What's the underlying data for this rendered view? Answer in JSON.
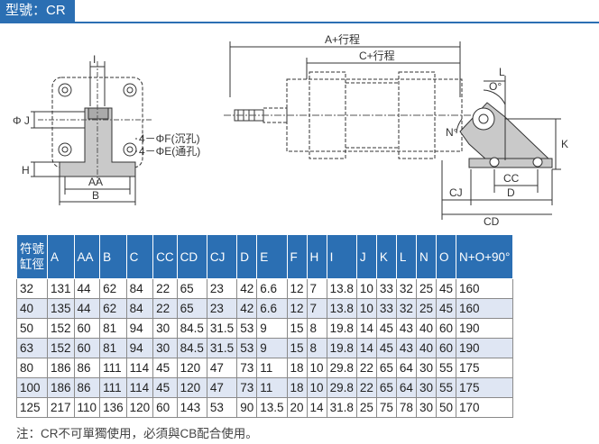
{
  "title": "型號：CR",
  "drawing": {
    "left_view": {
      "labels": {
        "I": "I",
        "J": "Φ J",
        "H": "H",
        "AA": "AA",
        "B": "B",
        "F": "4－ΦF(沉孔)",
        "E": "4－ΦE(通孔)"
      }
    },
    "right_view": {
      "labels": {
        "A": "A+行程",
        "C": "C+行程",
        "L": "L",
        "O": "O°",
        "N": "N°",
        "K": "K",
        "CC": "CC",
        "CJ": "CJ",
        "D": "D",
        "CD": "CD"
      }
    }
  },
  "table": {
    "header_top": "符號",
    "header_bottom": "缸徑",
    "columns": [
      "A",
      "AA",
      "B",
      "C",
      "CC",
      "CD",
      "CJ",
      "D",
      "E",
      "F",
      "H",
      "I",
      "J",
      "K",
      "L",
      "N",
      "O",
      "N+O+90°"
    ],
    "rows": [
      [
        "32",
        "131",
        "44",
        "62",
        "84",
        "22",
        "65",
        "23",
        "42",
        "6.6",
        "12",
        "7",
        "13.8",
        "10",
        "33",
        "32",
        "25",
        "45",
        "160"
      ],
      [
        "40",
        "135",
        "44",
        "62",
        "84",
        "22",
        "65",
        "23",
        "42",
        "6.6",
        "12",
        "7",
        "13.8",
        "10",
        "33",
        "32",
        "25",
        "45",
        "160"
      ],
      [
        "50",
        "152",
        "60",
        "81",
        "94",
        "30",
        "84.5",
        "31.5",
        "53",
        "9",
        "15",
        "8",
        "19.8",
        "14",
        "45",
        "43",
        "40",
        "60",
        "190"
      ],
      [
        "63",
        "152",
        "60",
        "81",
        "94",
        "30",
        "84.5",
        "31.5",
        "53",
        "9",
        "15",
        "8",
        "19.8",
        "14",
        "45",
        "43",
        "40",
        "60",
        "190"
      ],
      [
        "80",
        "186",
        "86",
        "111",
        "114",
        "45",
        "120",
        "47",
        "73",
        "11",
        "18",
        "10",
        "29.8",
        "22",
        "65",
        "64",
        "30",
        "55",
        "175"
      ],
      [
        "100",
        "186",
        "86",
        "111",
        "114",
        "45",
        "120",
        "47",
        "73",
        "11",
        "18",
        "10",
        "29.8",
        "22",
        "65",
        "64",
        "30",
        "55",
        "175"
      ],
      [
        "125",
        "217",
        "110",
        "136",
        "120",
        "60",
        "143",
        "53",
        "90",
        "13.5",
        "20",
        "14",
        "31.8",
        "25",
        "75",
        "78",
        "30",
        "50",
        "170"
      ]
    ]
  },
  "note": "注：CR不可單獨使用，必須與CB配合使用。"
}
